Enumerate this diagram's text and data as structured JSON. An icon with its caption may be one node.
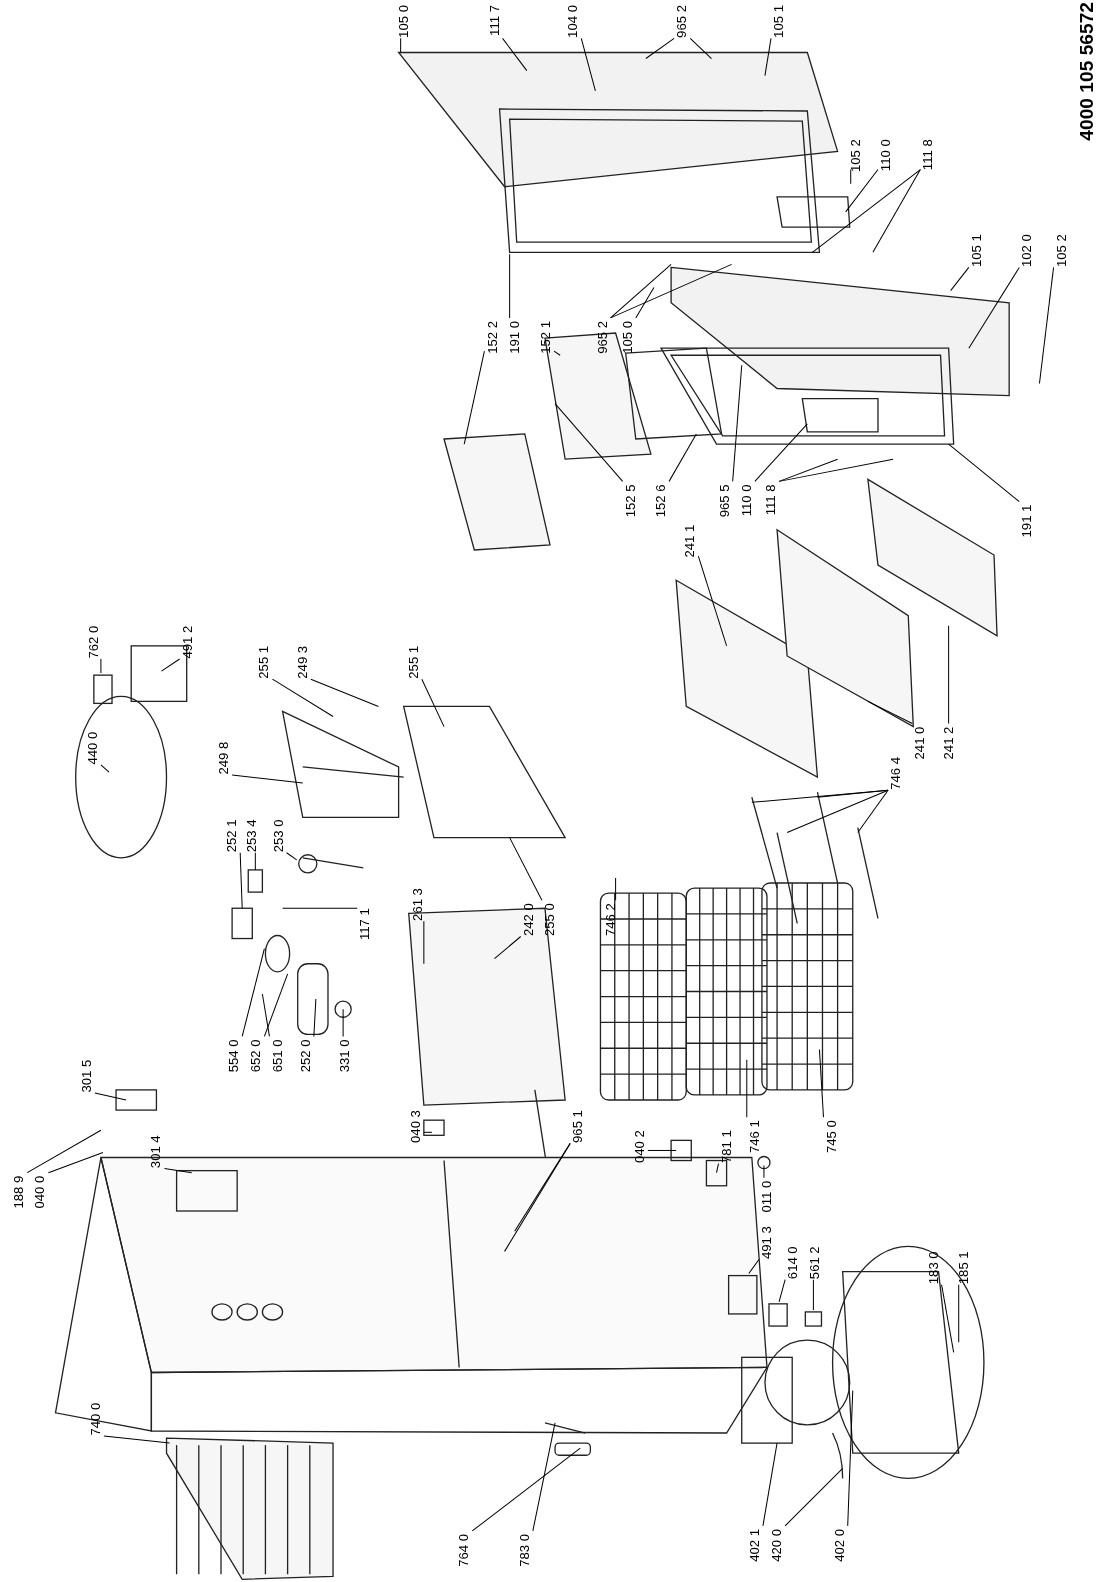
{
  "diagram": {
    "nodes": [
      {
        "text": [
          "105 0"
        ]
      },
      {
        "text": [
          "111 7"
        ]
      },
      {
        "text": [
          "104 0"
        ]
      },
      {
        "text": [
          "965 2"
        ]
      },
      {
        "text": [
          "105 1"
        ]
      },
      {
        "text": [
          "105 2"
        ]
      },
      {
        "text": [
          "110 0"
        ]
      },
      {
        "text": [
          "111 8"
        ]
      },
      {
        "text": [
          "105 1"
        ]
      },
      {
        "text": [
          "102 0"
        ]
      },
      {
        "text": [
          "105 2"
        ]
      },
      {
        "text": [
          "152 2"
        ]
      },
      {
        "text": [
          "191 0"
        ]
      },
      {
        "text": [
          "152 1"
        ]
      },
      {
        "text": [
          "965 2"
        ]
      },
      {
        "text": [
          "105 0"
        ]
      },
      {
        "text": [
          "152 5"
        ]
      },
      {
        "text": [
          "152 6"
        ]
      },
      {
        "text": [
          "965 5"
        ]
      },
      {
        "text": [
          "110 0"
        ]
      },
      {
        "text": [
          "111 8"
        ]
      },
      {
        "text": [
          "191 1"
        ]
      },
      {
        "text": [
          "241 1"
        ]
      },
      {
        "text": [
          "241 0"
        ]
      },
      {
        "text": [
          "241 2"
        ]
      },
      {
        "text": [
          "746 4"
        ]
      },
      {
        "text": [
          "762 0"
        ]
      },
      {
        "text": [
          "491 2"
        ]
      },
      {
        "text": [
          "440 0"
        ]
      },
      {
        "text": [
          "255 1"
        ]
      },
      {
        "text": [
          "249 3"
        ]
      },
      {
        "text": [
          "255 1"
        ]
      },
      {
        "text": [
          "249 8"
        ]
      },
      {
        "text": [
          "252 1"
        ]
      },
      {
        "text": [
          "253 4"
        ]
      },
      {
        "text": [
          "253 0"
        ]
      },
      {
        "text": [
          "117 1"
        ]
      },
      {
        "text": [
          "261 3"
        ]
      },
      {
        "text": [
          "242 0"
        ]
      },
      {
        "text": [
          "255 0"
        ]
      },
      {
        "text": [
          "746 2"
        ]
      },
      {
        "text": [
          "554 0"
        ]
      },
      {
        "text": [
          "652 0"
        ]
      },
      {
        "text": [
          "651 0"
        ]
      },
      {
        "text": [
          "252 0"
        ]
      },
      {
        "text": [
          "331 0"
        ]
      },
      {
        "text": [
          "301 5"
        ]
      },
      {
        "text": [
          "301 4"
        ]
      },
      {
        "text": [
          "040 3"
        ]
      },
      {
        "text": [
          "965 1"
        ]
      },
      {
        "text": [
          "040 2"
        ]
      },
      {
        "text": [
          "781 1"
        ]
      },
      {
        "text": [
          "746 1"
        ]
      },
      {
        "text": [
          "745 0"
        ]
      },
      {
        "text": [
          "188 9"
        ]
      },
      {
        "text": [
          "040 0"
        ]
      },
      {
        "text": [
          "011 0"
        ]
      },
      {
        "text": [
          "491 3"
        ]
      },
      {
        "text": [
          "614 0"
        ]
      },
      {
        "text": [
          "561 2"
        ]
      },
      {
        "text": [
          "183 0"
        ]
      },
      {
        "text": [
          "185 1"
        ]
      },
      {
        "text": [
          "740 0"
        ]
      },
      {
        "text": [
          "764 0"
        ]
      },
      {
        "text": [
          "783 0"
        ]
      },
      {
        "text": [
          "402 1"
        ]
      },
      {
        "text": [
          "420 0"
        ]
      },
      {
        "text": [
          "402 0"
        ]
      }
    ],
    "edges": [
      {
        "from": 0,
        "to": null,
        "arrow": "none"
      },
      {
        "from": 1,
        "to": null,
        "arrow": "none"
      },
      {
        "from": 2,
        "to": null,
        "arrow": "none"
      },
      {
        "from": 3,
        "to": null,
        "arrow": "none"
      },
      {
        "from": 3,
        "to": null,
        "arrow": "none"
      },
      {
        "from": 4,
        "to": null,
        "arrow": "none"
      },
      {
        "from": 5,
        "to": null,
        "arrow": "none"
      },
      {
        "from": 6,
        "to": null,
        "arrow": "none"
      },
      {
        "from": 7,
        "to": null,
        "arrow": "none"
      },
      {
        "from": 7,
        "to": null,
        "arrow": "none"
      },
      {
        "from": 8,
        "to": null,
        "arrow": "none"
      },
      {
        "from": 9,
        "to": null,
        "arrow": "none"
      },
      {
        "from": 10,
        "to": null,
        "arrow": "none"
      },
      {
        "from": 11,
        "to": null,
        "arrow": "none"
      },
      {
        "from": 12,
        "to": null,
        "arrow": "none"
      },
      {
        "from": 13,
        "to": null,
        "arrow": "none"
      },
      {
        "from": 14,
        "to": null,
        "arrow": "none"
      },
      {
        "from": 14,
        "to": null,
        "arrow": "none"
      },
      {
        "from": 15,
        "to": null,
        "arrow": "none"
      },
      {
        "from": 16,
        "to": null,
        "arrow": "none"
      },
      {
        "from": 17,
        "to": null,
        "arrow": "none"
      },
      {
        "from": 18,
        "to": null,
        "arrow": "none"
      },
      {
        "from": 19,
        "to": null,
        "arrow": "none"
      },
      {
        "from": 20,
        "to": null,
        "arrow": "none"
      },
      {
        "from": 20,
        "to": null,
        "arrow": "none"
      },
      {
        "from": 21,
        "to": null,
        "arrow": "none"
      },
      {
        "from": 22,
        "to": null,
        "arrow": "none"
      },
      {
        "from": 23,
        "to": null,
        "arrow": "none"
      },
      {
        "from": 24,
        "to": null,
        "arrow": "none"
      },
      {
        "from": 25,
        "to": null,
        "arrow": "none"
      },
      {
        "from": 25,
        "to": null,
        "arrow": "none"
      },
      {
        "from": 25,
        "to": null,
        "arrow": "none"
      },
      {
        "from": 25,
        "to": null,
        "arrow": "none"
      },
      {
        "from": 26,
        "to": null,
        "arrow": "none"
      },
      {
        "from": 27,
        "to": null,
        "arrow": "none"
      },
      {
        "from": 28,
        "to": null,
        "arrow": "none"
      },
      {
        "from": 29,
        "to": null,
        "arrow": "none"
      },
      {
        "from": 30,
        "to": null,
        "arrow": "none"
      },
      {
        "from": 31,
        "to": null,
        "arrow": "none"
      },
      {
        "from": 32,
        "to": null,
        "arrow": "none"
      },
      {
        "from": 33,
        "to": null,
        "arrow": "none"
      },
      {
        "from": 34,
        "to": null,
        "arrow": "none"
      },
      {
        "from": 35,
        "to": null,
        "arrow": "none"
      },
      {
        "from": 36,
        "to": null,
        "arrow": "none"
      },
      {
        "from": 37,
        "to": null,
        "arrow": "none"
      },
      {
        "from": 38,
        "to": null,
        "arrow": "none"
      },
      {
        "from": 39,
        "to": null,
        "arrow": "none"
      },
      {
        "from": 40,
        "to": null,
        "arrow": "none"
      },
      {
        "from": 41,
        "to": null,
        "arrow": "none"
      },
      {
        "from": 42,
        "to": null,
        "arrow": "none"
      },
      {
        "from": 43,
        "to": null,
        "arrow": "none"
      },
      {
        "from": 44,
        "to": null,
        "arrow": "none"
      },
      {
        "from": 45,
        "to": null,
        "arrow": "none"
      },
      {
        "from": 46,
        "to": null,
        "arrow": "none"
      },
      {
        "from": 47,
        "to": null,
        "arrow": "none"
      },
      {
        "from": 48,
        "to": null,
        "arrow": "none"
      },
      {
        "from": 49,
        "to": null,
        "arrow": "none"
      },
      {
        "from": 49,
        "to": null,
        "arrow": "none"
      },
      {
        "from": 50,
        "to": null,
        "arrow": "none"
      },
      {
        "from": 51,
        "to": null,
        "arrow": "none"
      },
      {
        "from": 52,
        "to": null,
        "arrow": "none"
      },
      {
        "from": 53,
        "to": null,
        "arrow": "none"
      },
      {
        "from": 54,
        "to": null,
        "arrow": "none"
      },
      {
        "from": 55,
        "to": null,
        "arrow": "none"
      },
      {
        "from": 56,
        "to": null,
        "arrow": "none"
      },
      {
        "from": 57,
        "to": null,
        "arrow": "none"
      },
      {
        "from": 58,
        "to": null,
        "arrow": "none"
      },
      {
        "from": 59,
        "to": null,
        "arrow": "none"
      },
      {
        "from": 60,
        "to": null,
        "arrow": "none"
      },
      {
        "from": 61,
        "to": null,
        "arrow": "none"
      },
      {
        "from": 62,
        "to": null,
        "arrow": "none"
      },
      {
        "from": 63,
        "to": null,
        "arrow": "none"
      },
      {
        "from": 64,
        "to": null,
        "arrow": "none"
      },
      {
        "from": 65,
        "to": null,
        "arrow": "none"
      },
      {
        "from": 66,
        "to": null,
        "arrow": "none"
      },
      {
        "from": 67,
        "to": null,
        "arrow": "none"
      }
    ],
    "labels": [
      "4000 105 56572"
    ]
  }
}
